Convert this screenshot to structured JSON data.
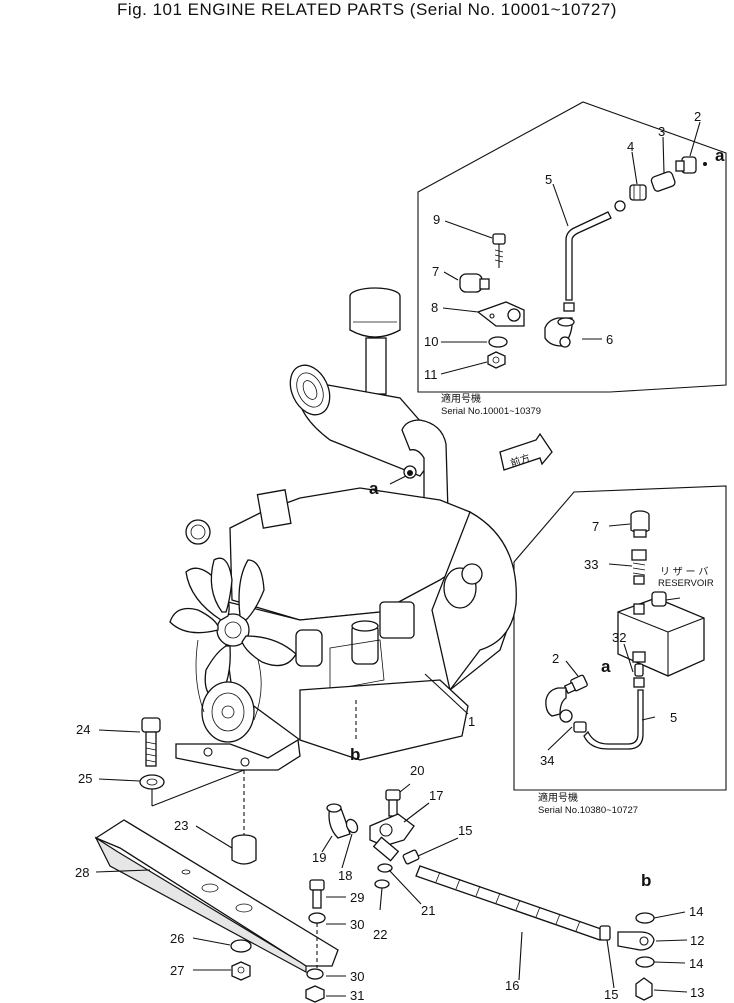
{
  "title": "Fig. 101 ENGINE RELATED PARTS (Serial No. 10001~10727)",
  "insets": {
    "upper": {
      "caption_jp": "適用号機",
      "caption": "Serial No.10001~10379"
    },
    "lower": {
      "caption_jp": "適用号機",
      "caption": "Serial No.10380~10727",
      "reservoir_jp": "リ ザ ー バ",
      "reservoir": "RESERVOIR"
    }
  },
  "front_mark": "前方",
  "letters": {
    "a": "a",
    "b": "b"
  },
  "callouts": {
    "upper": [
      "2",
      "3",
      "4",
      "5",
      "9",
      "7",
      "8",
      "10",
      "6",
      "11"
    ],
    "lower": [
      "7",
      "33",
      "32",
      "2",
      "5",
      "34"
    ],
    "main": [
      "1",
      "24",
      "25",
      "23",
      "28",
      "20",
      "17",
      "15",
      "19",
      "18",
      "21",
      "22",
      "29",
      "30",
      "26",
      "27",
      "30",
      "31",
      "16",
      "14",
      "12",
      "14",
      "15",
      "13"
    ]
  },
  "colors": {
    "line": "#111111",
    "background": "#ffffff"
  }
}
